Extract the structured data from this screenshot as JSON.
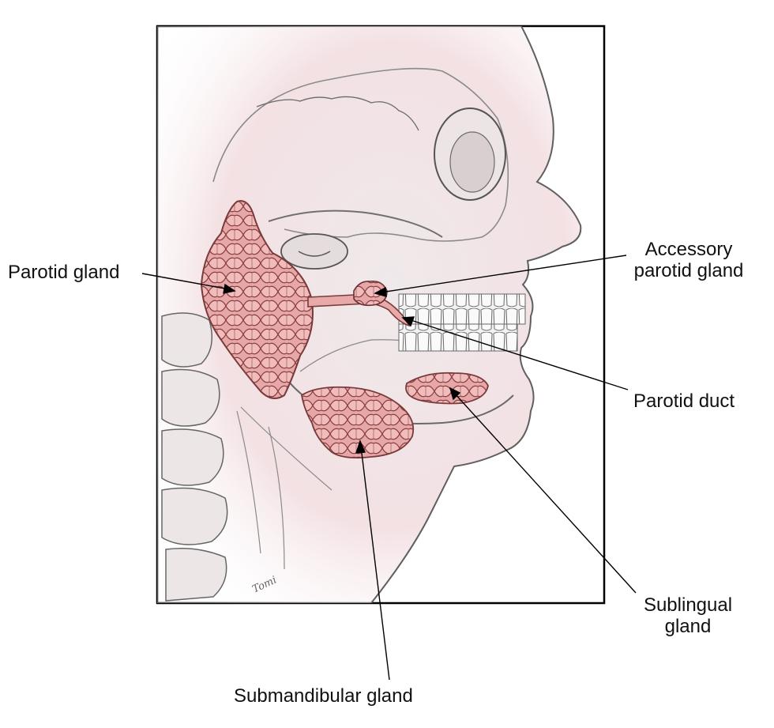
{
  "labels": {
    "parotid_gland": "Parotid gland",
    "accessory_parotid_gland": [
      "Accessory",
      "parotid gland"
    ],
    "parotid_duct": "Parotid duct",
    "sublingual_gland": [
      "Sublingual",
      "gland"
    ],
    "submandibular_gland": "Submandibular gland"
  },
  "signature": "Tomi",
  "colors": {
    "gland_fill": "#e3a3a3",
    "gland_outline": "#7a3a3a",
    "skin_tint": "#f4e3e6",
    "pencil": "#555555",
    "frame": "#000000",
    "leader": "#000000"
  }
}
